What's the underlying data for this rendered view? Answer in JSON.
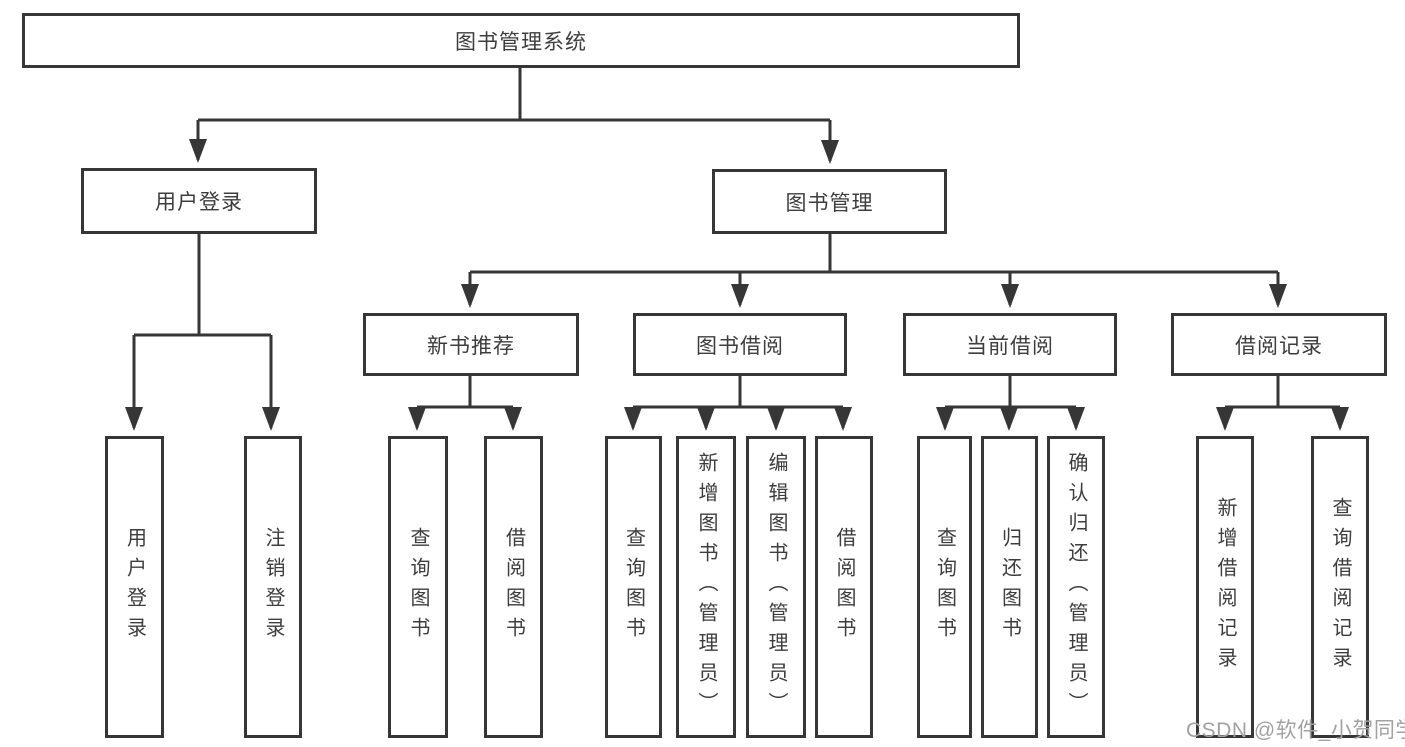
{
  "diagram_title": "图书管理系统",
  "tree": {
    "root": {
      "label": "图书管理系统",
      "children": [
        {
          "label": "用户登录",
          "children": [
            {
              "label": "用户登录"
            },
            {
              "label": "注销登录"
            }
          ]
        },
        {
          "label": "图书管理",
          "children": [
            {
              "label": "新书推荐",
              "children": [
                {
                  "label": "查询图书"
                },
                {
                  "label": "借阅图书"
                }
              ]
            },
            {
              "label": "图书借阅",
              "children": [
                {
                  "label": "查询图书"
                },
                {
                  "label": "新增图书（管理员）"
                },
                {
                  "label": "编辑图书（管理员）"
                },
                {
                  "label": "借阅图书"
                }
              ]
            },
            {
              "label": "当前借阅",
              "children": [
                {
                  "label": "查询图书"
                },
                {
                  "label": "归还图书"
                },
                {
                  "label": "确认归还（管理员）"
                }
              ]
            },
            {
              "label": "借阅记录",
              "children": [
                {
                  "label": "新增借阅记录"
                },
                {
                  "label": "查询借阅记录"
                }
              ]
            }
          ]
        }
      ]
    }
  },
  "watermark": "CSDN @软件_小贺同学",
  "colors": {
    "line": "#363636",
    "text": "#3d3d3d",
    "background": "#ffffff",
    "watermark": "#a2a2a2"
  }
}
